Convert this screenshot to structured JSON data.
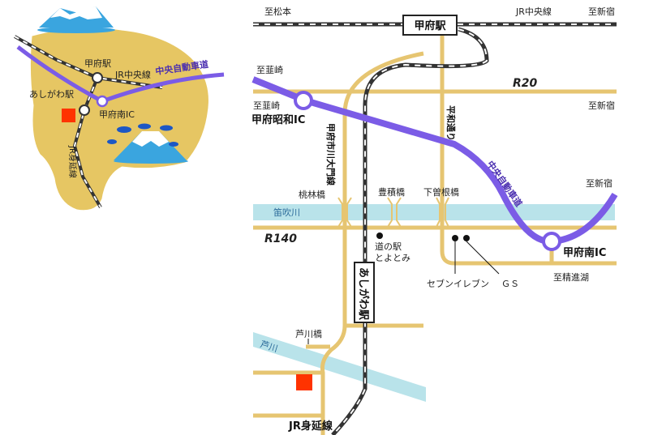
{
  "overview": {
    "labels": {
      "kofu_station": "甲府駅",
      "jr_chuo_line": "JR中央線",
      "chuo_expressway": "中央自動車道",
      "ashigawa_station": "あしがわ駅",
      "kofu_minami_ic": "甲府南IC",
      "jr_minobu_line": "JR身延線"
    }
  },
  "detail": {
    "stations": {
      "kofu": "甲府駅",
      "ashigawa": "あしがわ駅"
    },
    "rail": {
      "jr_chuo_line": "JR中央線",
      "jr_minobu_line": "JR身延線"
    },
    "directions": {
      "to_matsumoto": "至松本",
      "to_shinjuku_top": "至新宿",
      "to_nirasaki_1": "至韮崎",
      "to_nirasaki_2": "至韮崎",
      "to_shinjuku_r20": "至新宿",
      "to_shinjuku_right": "至新宿",
      "to_seishoko": "至精進湖"
    },
    "roads": {
      "r20": "R20",
      "r140": "R140",
      "heiwa_dori": "平和通り",
      "ichikawa_daimon_line": "甲府市川大門線"
    },
    "expressway": {
      "name": "中央自動車道",
      "ic_showa": "甲府昭和IC",
      "ic_minami": "甲府南IC"
    },
    "bridges": {
      "momobayashi": "桃林橋",
      "hozumi": "豊積橋",
      "shimosone": "下曽根橋",
      "ashigawa": "芦川橋"
    },
    "rivers": {
      "fuefuki": "笛吹川",
      "ashikawa": "芦川"
    },
    "poi": {
      "michi_no_eki": "道の駅",
      "michi_no_eki_name": "とよとみ",
      "seven_eleven": "セブンイレブン",
      "gs": "ＧＳ"
    }
  },
  "colors": {
    "road": "#e6c571",
    "expressway": "#7b5ce6",
    "river": "#b9e3ea",
    "land": "#e6c663",
    "destination": "#ff3300",
    "rail": "#333333"
  }
}
